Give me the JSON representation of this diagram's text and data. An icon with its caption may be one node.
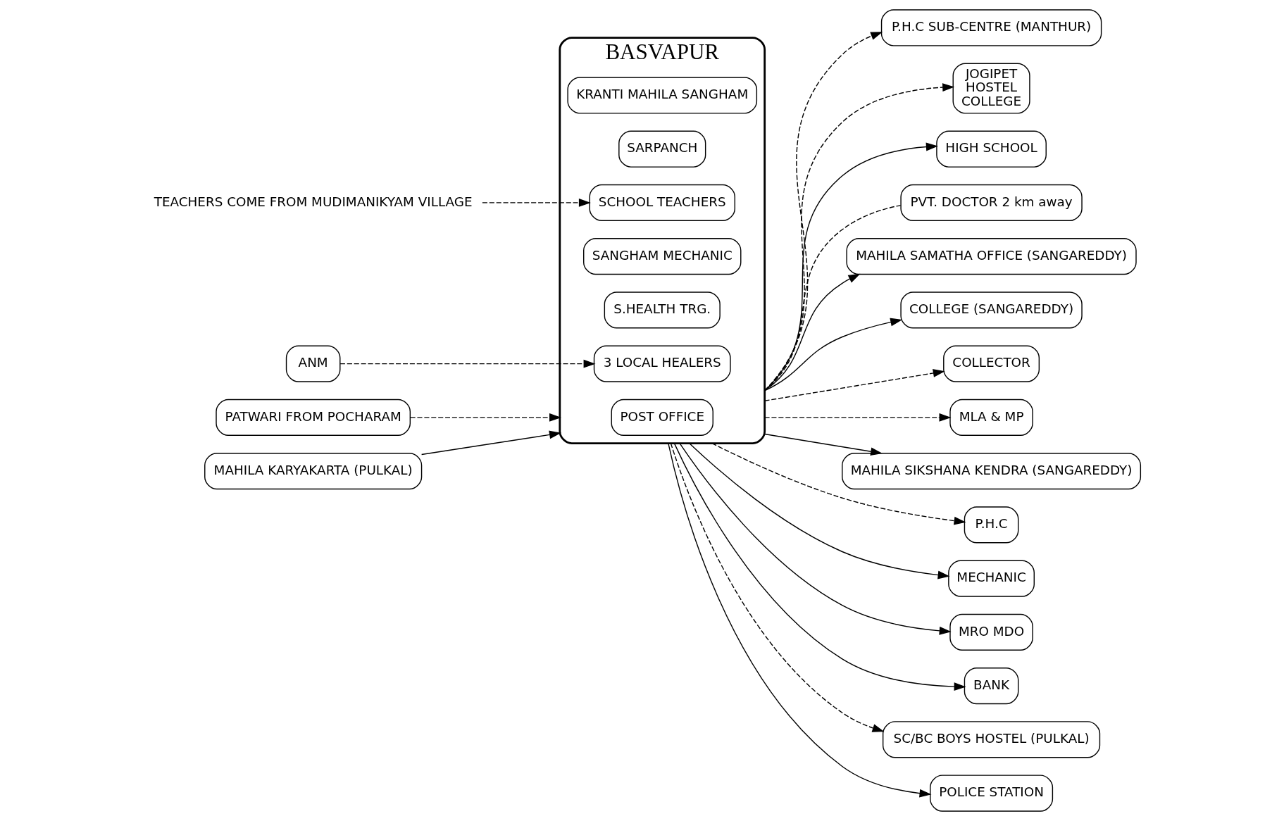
{
  "diagram": {
    "nodes": [
      {
        "text": [
          "BASVAPUR"
        ]
      },
      {
        "text": [
          "KRANTI MAHILA SANGHAM"
        ],
        "in": 0
      },
      {
        "text": [
          "SARPANCH"
        ],
        "in": 0
      },
      {
        "text": [
          "SCHOOL TEACHERS"
        ],
        "in": 0
      },
      {
        "text": [
          "SANGHAM MECHANIC"
        ],
        "in": 0
      },
      {
        "text": [
          "S.HEALTH TRG."
        ],
        "in": 0
      },
      {
        "text": [
          "POST OFFICE"
        ],
        "in": 0
      },
      {
        "text": [
          "3 LOCAL HEALERS"
        ],
        "in": 0
      },
      {
        "text": [
          "P.H.C SUB-CENTRE (MANTHUR)"
        ]
      },
      {
        "text": [
          "JOGIPET",
          "HOSTEL",
          "COLLEGE"
        ]
      },
      {
        "text": [
          "HIGH SCHOOL"
        ]
      },
      {
        "text": [
          "PVT. DOCTOR 2 km away"
        ]
      },
      {
        "text": [
          "TEACHERS COME FROM MUDIMANIKYAM VILLAGE"
        ]
      },
      {
        "text": [
          "MAHILA SAMATHA OFFICE (SANGAREDDY)"
        ]
      },
      {
        "text": [
          "COLLEGE (SANGAREDDY)"
        ]
      },
      {
        "text": [
          "ANM"
        ]
      },
      {
        "text": [
          "COLLECTOR"
        ]
      },
      {
        "text": [
          "MLA & MP"
        ]
      },
      {
        "text": [
          "MAHILA SIKSHANA KENDRA (SANGAREDDY)"
        ]
      },
      {
        "text": [
          "P.H.C"
        ]
      },
      {
        "text": [
          "MECHANIC"
        ]
      },
      {
        "text": [
          "MRO MDO"
        ]
      },
      {
        "text": [
          "BANK"
        ]
      },
      {
        "text": [
          "SC/BC BOYS HOSTEL (PULKAL)"
        ]
      },
      {
        "text": [
          "PATWARI FROM POCHARAM"
        ]
      },
      {
        "text": [
          "POLICE STATION"
        ]
      },
      {
        "text": [
          "MAHILA KARYAKARTA (PULKAL)"
        ]
      }
    ],
    "edges": [
      {
        "from": 0,
        "to": 8,
        "arrow": "to",
        "style": "dashed"
      },
      {
        "from": 0,
        "to": 9,
        "arrow": "to",
        "style": "dashed"
      },
      {
        "from": 0,
        "to": 10,
        "arrow": "to"
      },
      {
        "from": 0,
        "to": 11,
        "arrow": "none",
        "style": "dashed"
      },
      {
        "from": 12,
        "to": 3,
        "arrow": "to",
        "style": "dashed"
      },
      {
        "from": 0,
        "to": 13,
        "arrow": "to"
      },
      {
        "from": 0,
        "to": 14,
        "arrow": "to"
      },
      {
        "from": 15,
        "to": 7,
        "arrow": "to",
        "style": "dashed"
      },
      {
        "from": 0,
        "to": 16,
        "arrow": "to",
        "style": "dashed"
      },
      {
        "from": 0,
        "to": 17,
        "arrow": "to",
        "style": "dashed"
      },
      {
        "from": 0,
        "to": 18,
        "arrow": "to"
      },
      {
        "from": 0,
        "to": 19,
        "arrow": "to",
        "style": "dashed"
      },
      {
        "from": 0,
        "to": 20,
        "arrow": "to"
      },
      {
        "from": 0,
        "to": 21,
        "arrow": "to"
      },
      {
        "from": 0,
        "to": 22,
        "arrow": "to"
      },
      {
        "from": 0,
        "to": 23,
        "arrow": "to",
        "style": "dashed"
      },
      {
        "from": 24,
        "to": 0,
        "arrow": "to",
        "style": "dashed"
      },
      {
        "from": 0,
        "to": 25,
        "arrow": "to"
      },
      {
        "from": 26,
        "to": 0,
        "arrow": "to"
      }
    ]
  }
}
